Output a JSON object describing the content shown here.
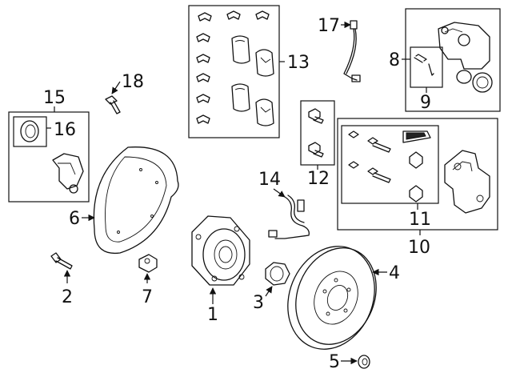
{
  "diagram": {
    "callouts": {
      "c1": "1",
      "c2": "2",
      "c3": "3",
      "c4": "4",
      "c5": "5",
      "c6": "6",
      "c7": "7",
      "c8": "8",
      "c9": "9",
      "c10": "10",
      "c11": "11",
      "c12": "12",
      "c13": "13",
      "c14": "14",
      "c15": "15",
      "c16": "16",
      "c17": "17",
      "c18": "18"
    }
  },
  "colors": {
    "line": "#111111",
    "background": "#ffffff"
  }
}
